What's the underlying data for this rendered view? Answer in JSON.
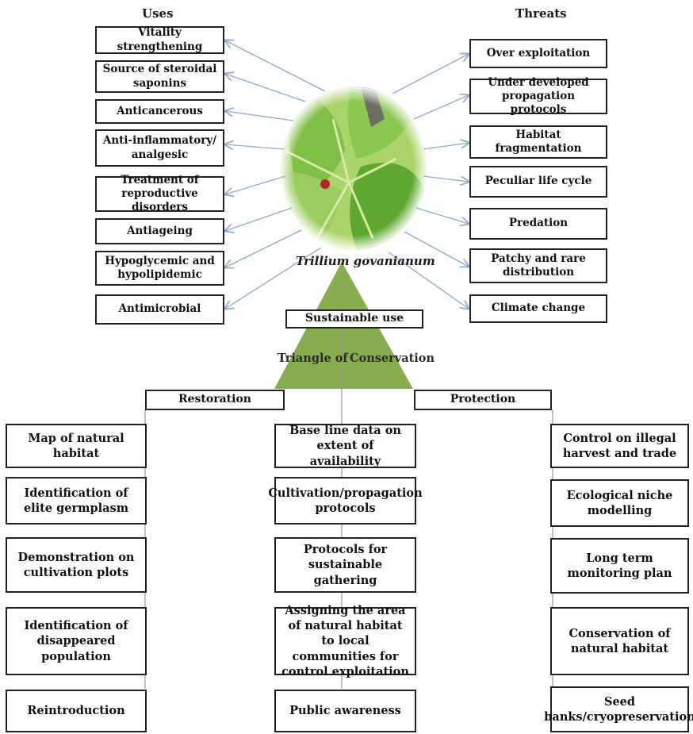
{
  "headers": {
    "uses": "Uses",
    "threats": "Threats"
  },
  "uses": [
    "Vitality strengthening",
    "Source of steroidal saponins",
    "Anticancerous",
    "Anti-inflammatory/ analgesic",
    "Treatment of reproductive disorders",
    "Antiageing",
    "Hypoglycemic and hypolipidemic",
    "Antimicrobial"
  ],
  "threats": [
    "Over exploitation",
    "Under developed propagation protocols",
    "Habitat fragmentation",
    "Peculiar life cycle",
    "Predation",
    "Patchy and rare distribution",
    "Climate change"
  ],
  "species": "Trillium govanianum",
  "triangle": {
    "top": "Sustainable use",
    "left": "Restoration",
    "right": "Protection",
    "label_left": "Triangle of",
    "label_right": "Conservation"
  },
  "columns": {
    "restoration": [
      "Map of natural habitat",
      "Identification of elite germplasm",
      "Demonstration on cultivation plots",
      "Identification of disappeared population",
      "Reintroduction"
    ],
    "sustainable_use": [
      "Base line data on extent of availability",
      "Cultivation/propagation protocols",
      "Protocols for sustainable gathering",
      "Assigning the area of natural habitat to local communities for control exploitation",
      "Public awareness"
    ],
    "protection": [
      "Control on illegal harvest and trade",
      "Ecological niche modelling",
      "Long term monitoring plan",
      "Conservation of natural habitat",
      "Seed banks/cryopreservation"
    ]
  },
  "colors": {
    "triangle": "#86ad4e",
    "arrow": "#8ea9c8",
    "leaf": "#6fb33a"
  }
}
